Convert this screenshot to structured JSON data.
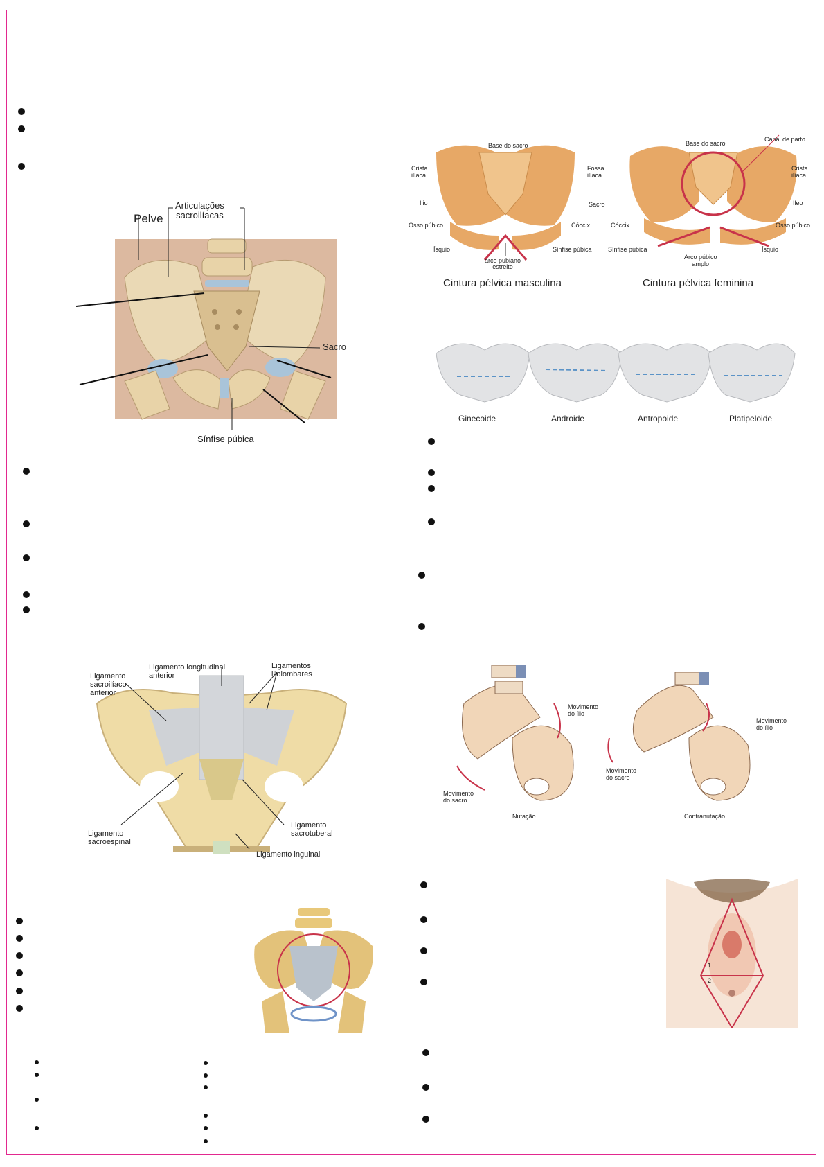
{
  "colors": {
    "frame": "#e2288f",
    "bone": "#e8d3a8",
    "bone_orange": "#e7a866",
    "skin": "#dcb9a0",
    "red": "#c8334a"
  },
  "fig1": {
    "pelve": "Pelve",
    "articulacoes": "Articulações\nsacroilíacas",
    "sacro": "Sacro",
    "sinfise": "Sínfise púbica"
  },
  "fig2": {
    "male_caption": "Cintura pélvica masculina",
    "female_caption": "Cintura pélvica feminina",
    "male": {
      "base_sacro": "Base do sacro",
      "crista": "Crista\nilíaca",
      "ilio": "Ílio",
      "osso_pubico": "Osso púbico",
      "isquio": "Ísquio",
      "arco": "arco pubiano\nestreito",
      "fossa": "Fossa\nilíaca",
      "sacro": "Sacro",
      "coccix": "Cóccix",
      "sinfise": "Sínfise púbica"
    },
    "female": {
      "base_sacro": "Base do sacro",
      "canal": "Canal de parto",
      "crista": "Crista\nilíaca",
      "ileo": "Íleo",
      "osso_pubico": "Osso púbico",
      "isquio": "Ísquio",
      "coccix": "Cóccix",
      "sinfise": "Sínfise púbica",
      "arco": "Arco púbico\namplo"
    }
  },
  "fig3": {
    "types": [
      "Ginecoide",
      "Androide",
      "Antropoide",
      "Platipeloide"
    ]
  },
  "fig4": {
    "lig_sacroiliaco": "Ligamento\nsacroilíaco\nanterior",
    "lig_longitudinal": "Ligamento longitudinal\nanterior",
    "lig_iliolombares": "Ligamentos\niliolombares",
    "lig_sacroespinal": "Ligamento\nsacroespinal",
    "lig_sacrotuberal": "Ligamento\nsacrotuberal",
    "lig_inguinal": "Ligamento inguinal"
  },
  "fig5": {
    "nutacao": "Nutação",
    "contranutacao": "Contranutação",
    "mov_ilio": "Movimento\ndo ílio",
    "mov_sacro": "Movimento\ndo sacro"
  },
  "fig6": {
    "n1": "1",
    "n2": "2"
  }
}
